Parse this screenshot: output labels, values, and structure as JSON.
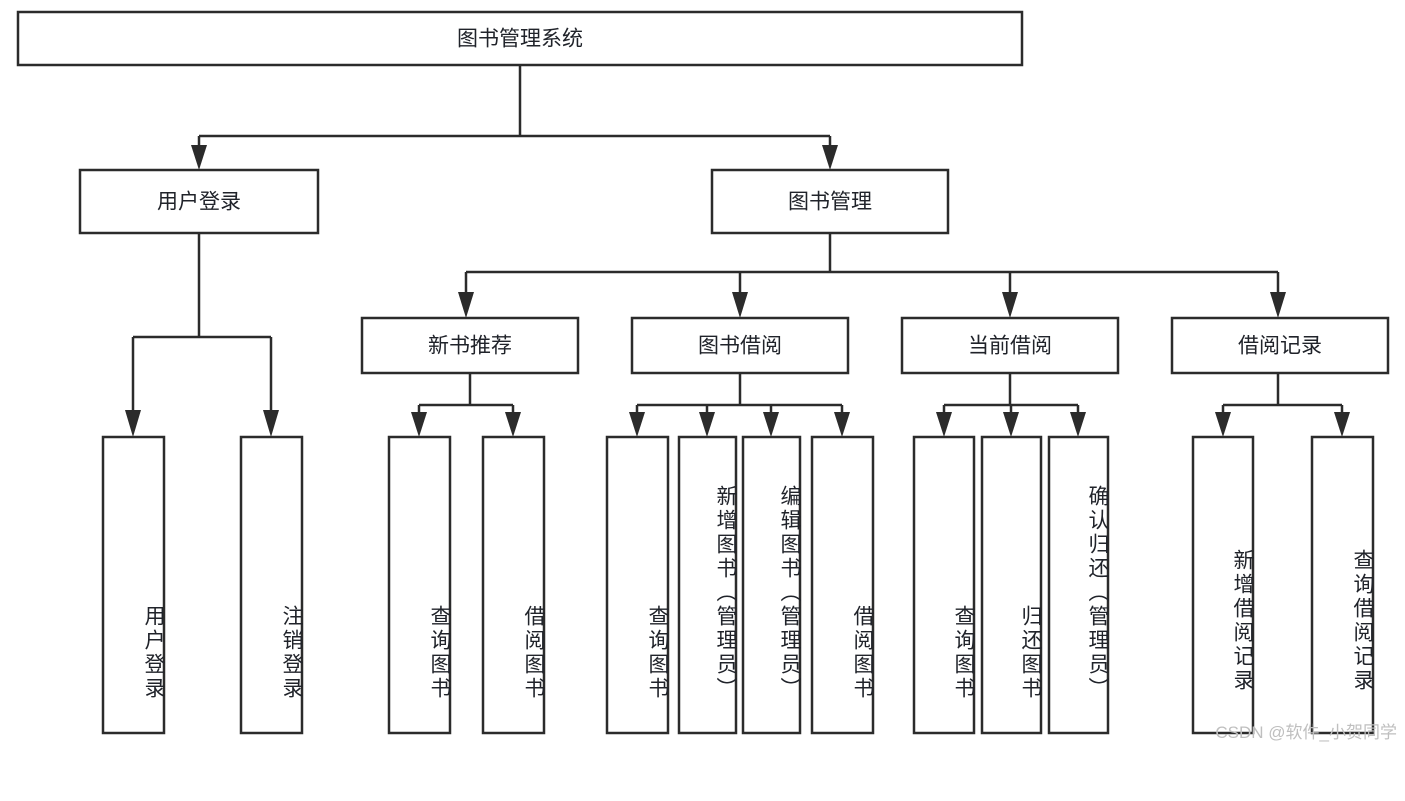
{
  "diagram": {
    "type": "tree-hierarchy",
    "title": "图书管理系统",
    "watermark": "CSDN @软件_小贺同学",
    "colors": {
      "background": "#ffffff",
      "stroke": "#2b2b2b",
      "text": "#20232a",
      "watermark": "#bfbfbf"
    },
    "root": {
      "label": "图书管理系统",
      "id": "root"
    },
    "level2": [
      {
        "id": "user-login",
        "label": "用户登录"
      },
      {
        "id": "book-manage",
        "label": "图书管理"
      }
    ],
    "level3": [
      {
        "id": "new-book-recommend",
        "label": "新书推荐",
        "parent": "book-manage"
      },
      {
        "id": "book-borrow",
        "label": "图书借阅",
        "parent": "book-manage"
      },
      {
        "id": "current-borrow",
        "label": "当前借阅",
        "parent": "book-manage"
      },
      {
        "id": "borrow-record",
        "label": "借阅记录",
        "parent": "book-manage"
      }
    ],
    "leaves": [
      {
        "id": "leaf-user-login",
        "label": "用户登录",
        "parent": "user-login"
      },
      {
        "id": "leaf-user-logout",
        "label": "注销登录",
        "parent": "user-login"
      },
      {
        "id": "leaf-query-book-1",
        "label": "查询图书",
        "parent": "new-book-recommend"
      },
      {
        "id": "leaf-borrow-book-1",
        "label": "借阅图书",
        "parent": "new-book-recommend"
      },
      {
        "id": "leaf-query-book-2",
        "label": "查询图书",
        "parent": "book-borrow"
      },
      {
        "id": "leaf-add-book",
        "label": "新增图书（管理员）",
        "parent": "book-borrow"
      },
      {
        "id": "leaf-edit-book",
        "label": "编辑图书（管理员）",
        "parent": "book-borrow"
      },
      {
        "id": "leaf-borrow-book-2",
        "label": "借阅图书",
        "parent": "book-borrow"
      },
      {
        "id": "leaf-query-book-3",
        "label": "查询图书",
        "parent": "current-borrow"
      },
      {
        "id": "leaf-return-book",
        "label": "归还图书",
        "parent": "current-borrow"
      },
      {
        "id": "leaf-confirm-return",
        "label": "确认归还（管理员）",
        "parent": "current-borrow"
      },
      {
        "id": "leaf-add-record",
        "label": "新增借阅记录",
        "parent": "borrow-record"
      },
      {
        "id": "leaf-query-record",
        "label": "查询借阅记录",
        "parent": "borrow-record"
      }
    ]
  }
}
